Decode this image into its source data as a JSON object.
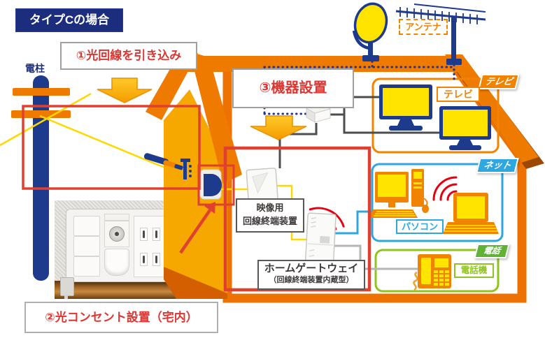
{
  "title": "タイプCの場合",
  "steps": {
    "step1": "①光回線を引き込み",
    "step2": "②光コンセント設置（宅内）",
    "step3": "③機器設置"
  },
  "diagram_labels": {
    "utility_pole": "電柱",
    "antenna": "アンテナ",
    "tv_zone_tab": "テレビ",
    "tv_device": "テレビ",
    "net_zone_tab": "ネット",
    "pc_device": "パソコン",
    "phone_zone_tab": "電話",
    "phone_device": "電話機",
    "video_onu_line1": "映像用",
    "video_onu_line2": "回線終端装置",
    "home_gateway_line1": "ホームゲートウェイ",
    "home_gateway_line2": "（回線終端装置内蔵型）"
  },
  "colors": {
    "house_orange": "#EF7A00",
    "wall_amber": "#F6A800",
    "navy": "#1E3A8C",
    "title_navy": "#1C2D7E",
    "highlight_red": "#E0402F",
    "text_red": "#DC3732",
    "fiber_yellow": "#FFD800",
    "screen_yellow": "#FFE400",
    "net_blue": "#2EA7E0",
    "phone_green": "#8FC31F",
    "device_orange": "#F08300"
  }
}
